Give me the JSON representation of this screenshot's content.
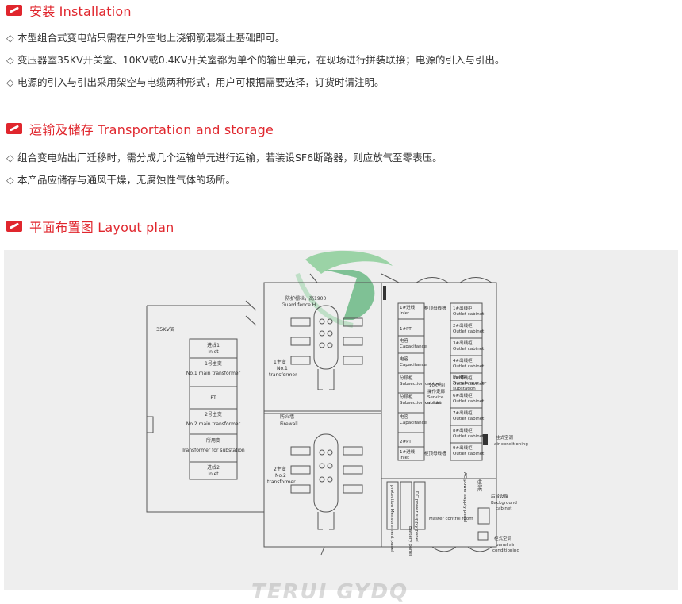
{
  "installation": {
    "title": "安装 Installation",
    "items": [
      "本型组合式变电站只需在户外空地上浇钢筋混凝土基础即可。",
      "变压器室35KV开关室、10KV或0.4KV开关室都为单个的输出单元，在现场进行拼装联接；电源的引入与引出。",
      "电源的引入与引出采用架空与电缆两种形式，用户可根据需要选择，订货时请注明。"
    ]
  },
  "transport": {
    "title": "运输及储存 Transportation and storage",
    "items": [
      "组合变电站出厂迁移时，需分成几个运输单元进行运输，若装设SF6断路器，则应放气至零表压。",
      "本产品应储存与通风干燥，无腐蚀性气体的场所。"
    ]
  },
  "layout": {
    "title": "平面布置图 Layout plan",
    "watermark": "TERUI GYDQ",
    "room_35kv": "35KV间",
    "left_cabinets": [
      {
        "cn": "进线1",
        "en": "Inlet"
      },
      {
        "cn": "1号主变",
        "en": "No.1 main transformer"
      },
      {
        "cn": "",
        "en": "PT"
      },
      {
        "cn": "2号主变",
        "en": "No.2 main transformer"
      },
      {
        "cn": "所用变",
        "en": "Transformer for substation"
      },
      {
        "cn": "进线2",
        "en": "Inlet"
      }
    ],
    "guard_fence": {
      "cn": "防护栅栏，高1900",
      "en": "Guard fence H"
    },
    "t1": {
      "cn": "1主变",
      "en1": "No.1",
      "en2": "transformer"
    },
    "firewall": {
      "cn": "防火墙",
      "en": "Firewall"
    },
    "t2": {
      "cn": "2主变",
      "en1": "No.2",
      "en2": "transformer"
    },
    "right_left_col": [
      {
        "cn": "1#进线",
        "en": "Inlet"
      },
      {
        "cn": "",
        "en": "1#PT"
      },
      {
        "cn": "电容",
        "en": "Capacitance"
      },
      {
        "cn": "电容",
        "en": "Capacitance"
      },
      {
        "cn": "分段柜",
        "en": "Subsection cabinet"
      },
      {
        "cn": "分段柜",
        "en": "Subsection cabinet"
      },
      {
        "cn": "电容",
        "en": "Capacitance"
      },
      {
        "cn": "",
        "en": "2#PT"
      },
      {
        "cn": "1#进线",
        "en": "Inlet"
      }
    ],
    "busbar_label": "柜顶母线槽",
    "outlet_cn": "#出线柜",
    "outlet_en": "Outlet cabinet",
    "outlet_nums": [
      "1",
      "2",
      "3",
      "4",
      "5",
      "6",
      "7",
      "8",
      "9"
    ],
    "tfs": {
      "cn": "所用柜",
      "en1": "Transformer for",
      "en2": "substation"
    },
    "corridor": {
      "cn": "10KV间",
      "cn2": "操作走廊",
      "en1": "Service",
      "en2": "corridor"
    },
    "air_cond": {
      "cn": "挂式空调",
      "en": "air conditioning"
    },
    "dc_power": "DC power supply panel",
    "protection": "protection Measurement panel",
    "battery": "Battery panel",
    "master": "Master control room",
    "ac_power": "AC power supply panel",
    "background": {
      "cn": "后台设备",
      "en1": "Background",
      "en2": "cabinet"
    },
    "panel_air": {
      "cn": "柜式空调",
      "en1": "panel air",
      "en2": "conditioning"
    },
    "cabinet_small": "电视柜"
  }
}
